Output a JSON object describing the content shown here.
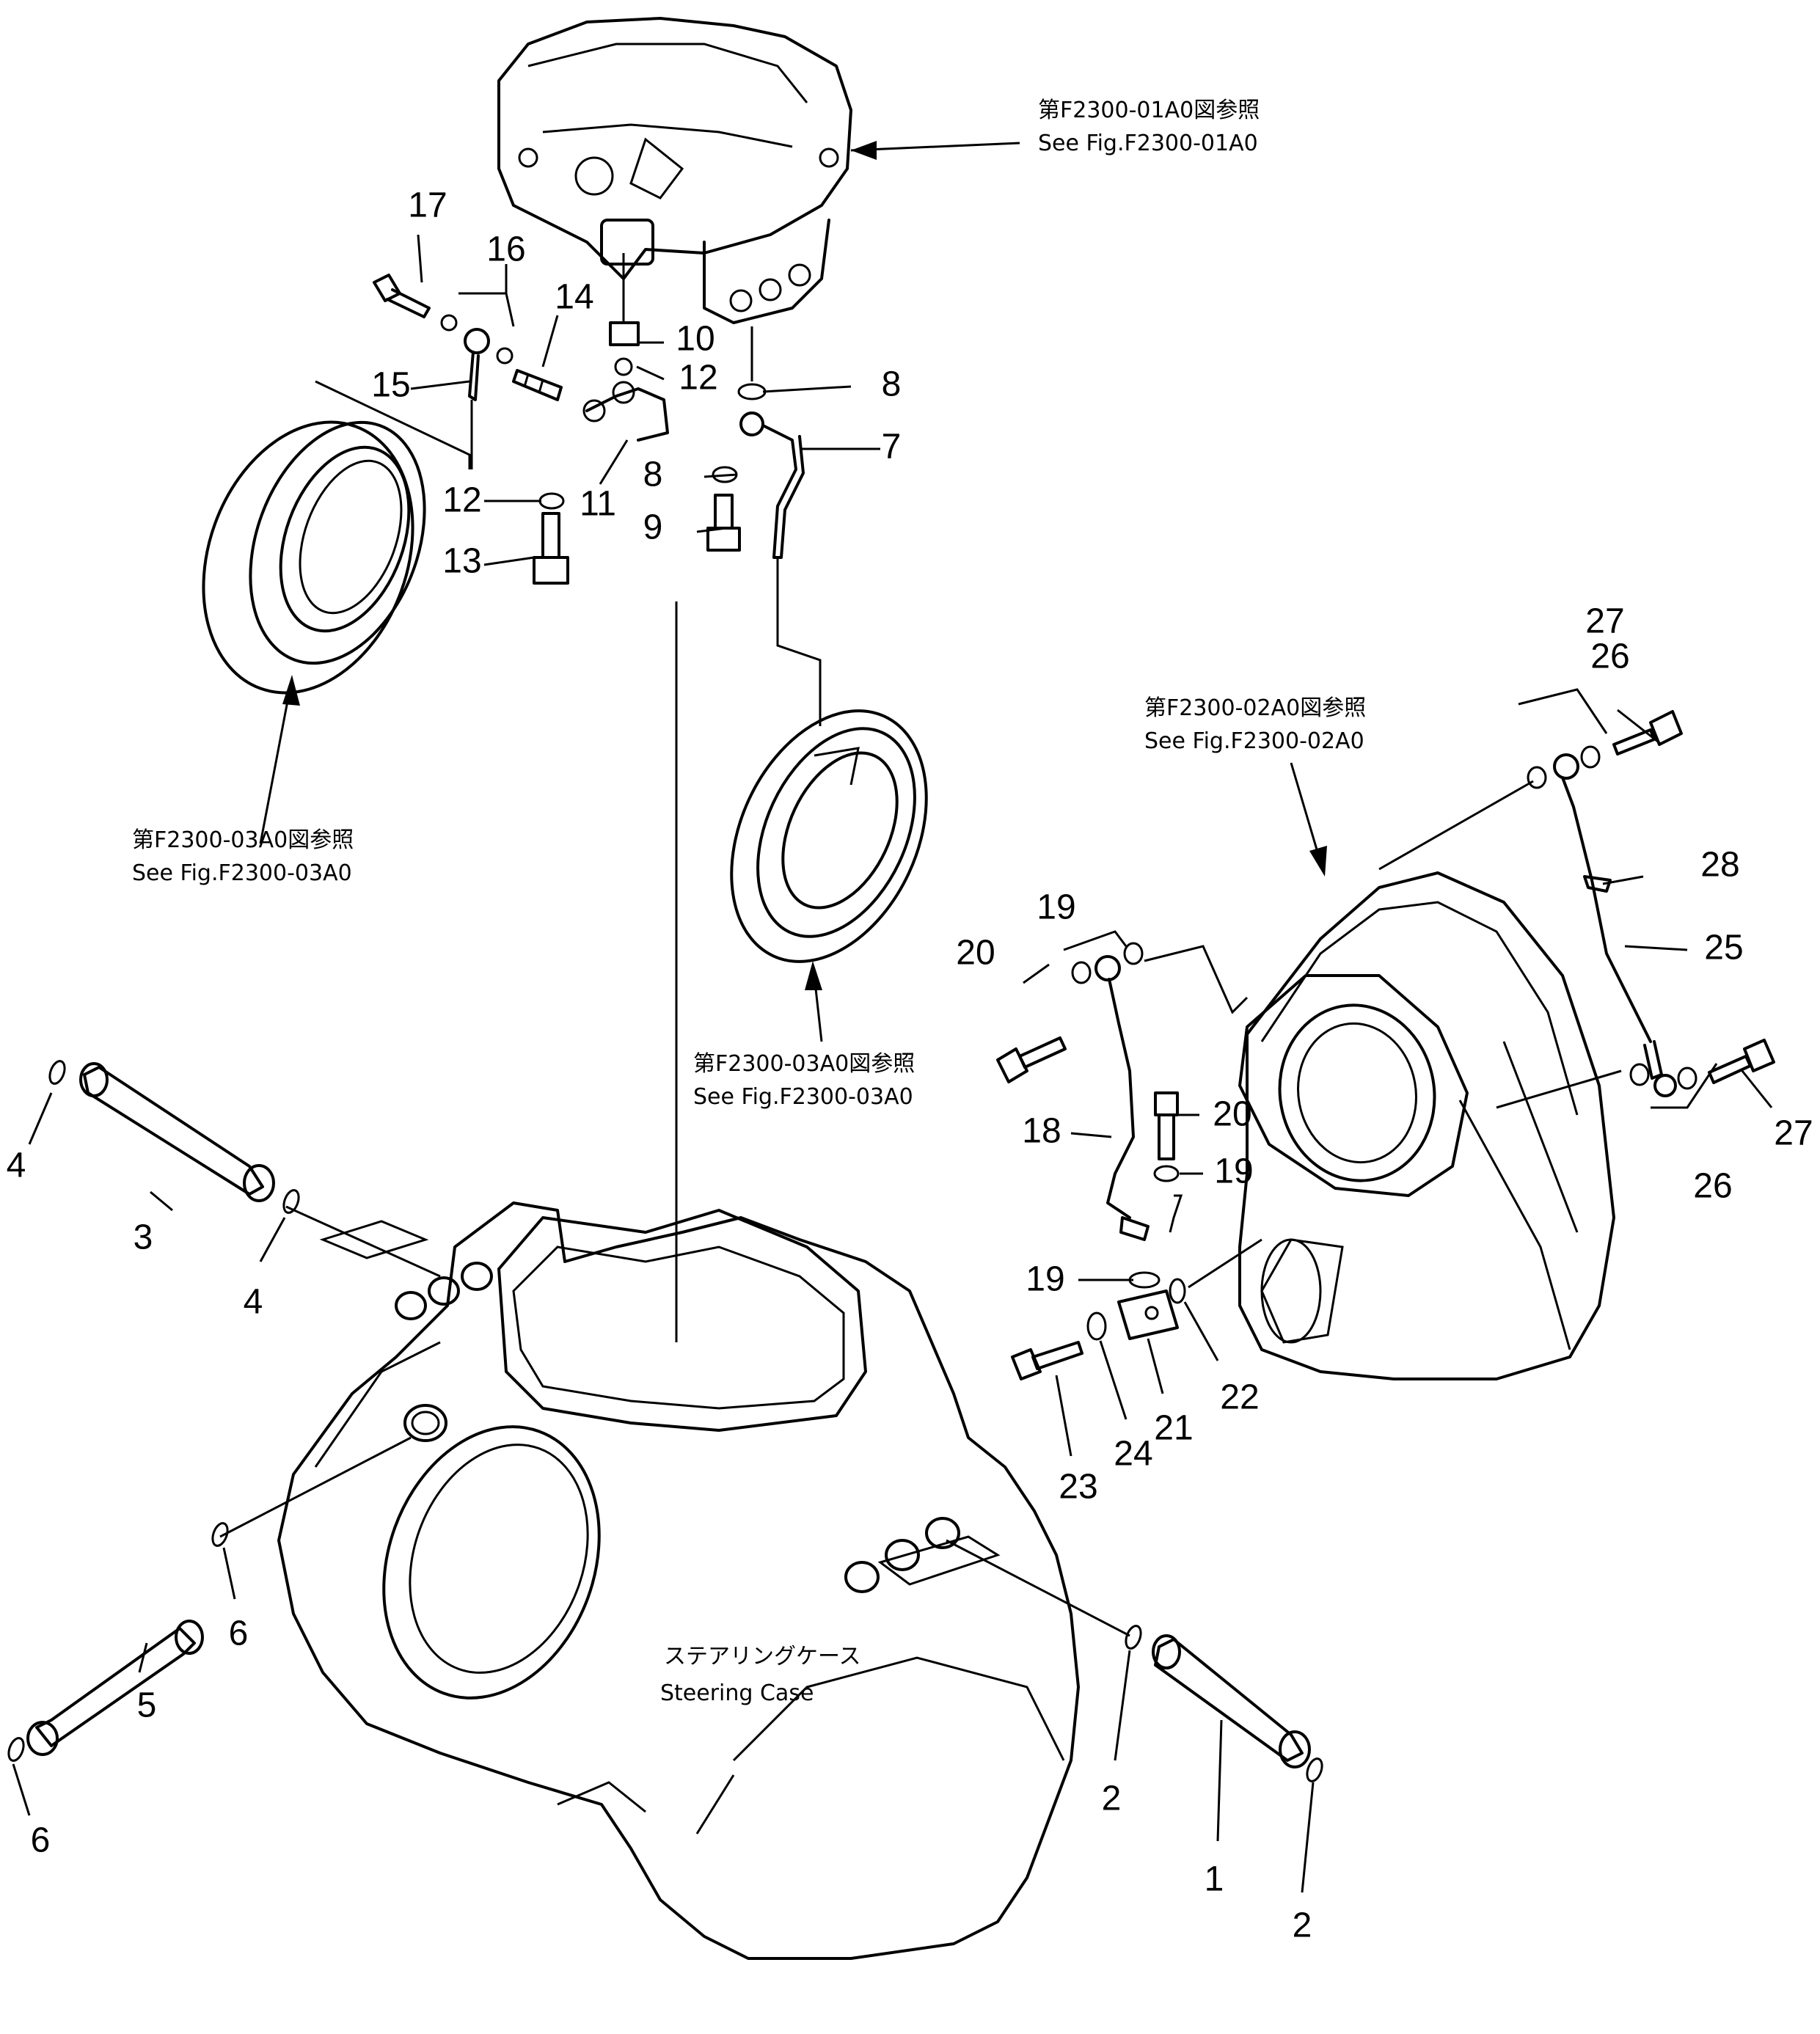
{
  "references": {
    "ref_01a0": {
      "jp": "第F2300-01A0図参照",
      "en": "See Fig.F2300-01A0"
    },
    "ref_03a0_left": {
      "jp": "第F2300-03A0図参照",
      "en": "See Fig.F2300-03A0"
    },
    "ref_03a0_center": {
      "jp": "第F2300-03A0図参照",
      "en": "See Fig.F2300-03A0"
    },
    "ref_02a0": {
      "jp": "第F2300-02A0図参照",
      "en": "See Fig.F2300-02A0"
    }
  },
  "steering_case": {
    "jp": "ステアリングケース",
    "en": "Steering  Case"
  },
  "part_numbers": {
    "p1": "1",
    "p2a": "2",
    "p2b": "2",
    "p3": "3",
    "p4a": "4",
    "p4b": "4",
    "p5": "5",
    "p6a": "6",
    "p6b": "6",
    "p7": "7",
    "p8a": "8",
    "p8b": "8",
    "p9": "9",
    "p10": "10",
    "p11": "11",
    "p12a": "12",
    "p12b": "12",
    "p13": "13",
    "p14": "14",
    "p15": "15",
    "p16": "16",
    "p17": "17",
    "p18": "18",
    "p19a": "19",
    "p19b": "19",
    "p19c": "19",
    "p20a": "20",
    "p20b": "20",
    "p21": "21",
    "p22": "22",
    "p23": "23",
    "p24": "24",
    "p25": "25",
    "p26a": "26",
    "p26b": "26",
    "p27a": "27",
    "p27b": "27",
    "p28": "28"
  }
}
